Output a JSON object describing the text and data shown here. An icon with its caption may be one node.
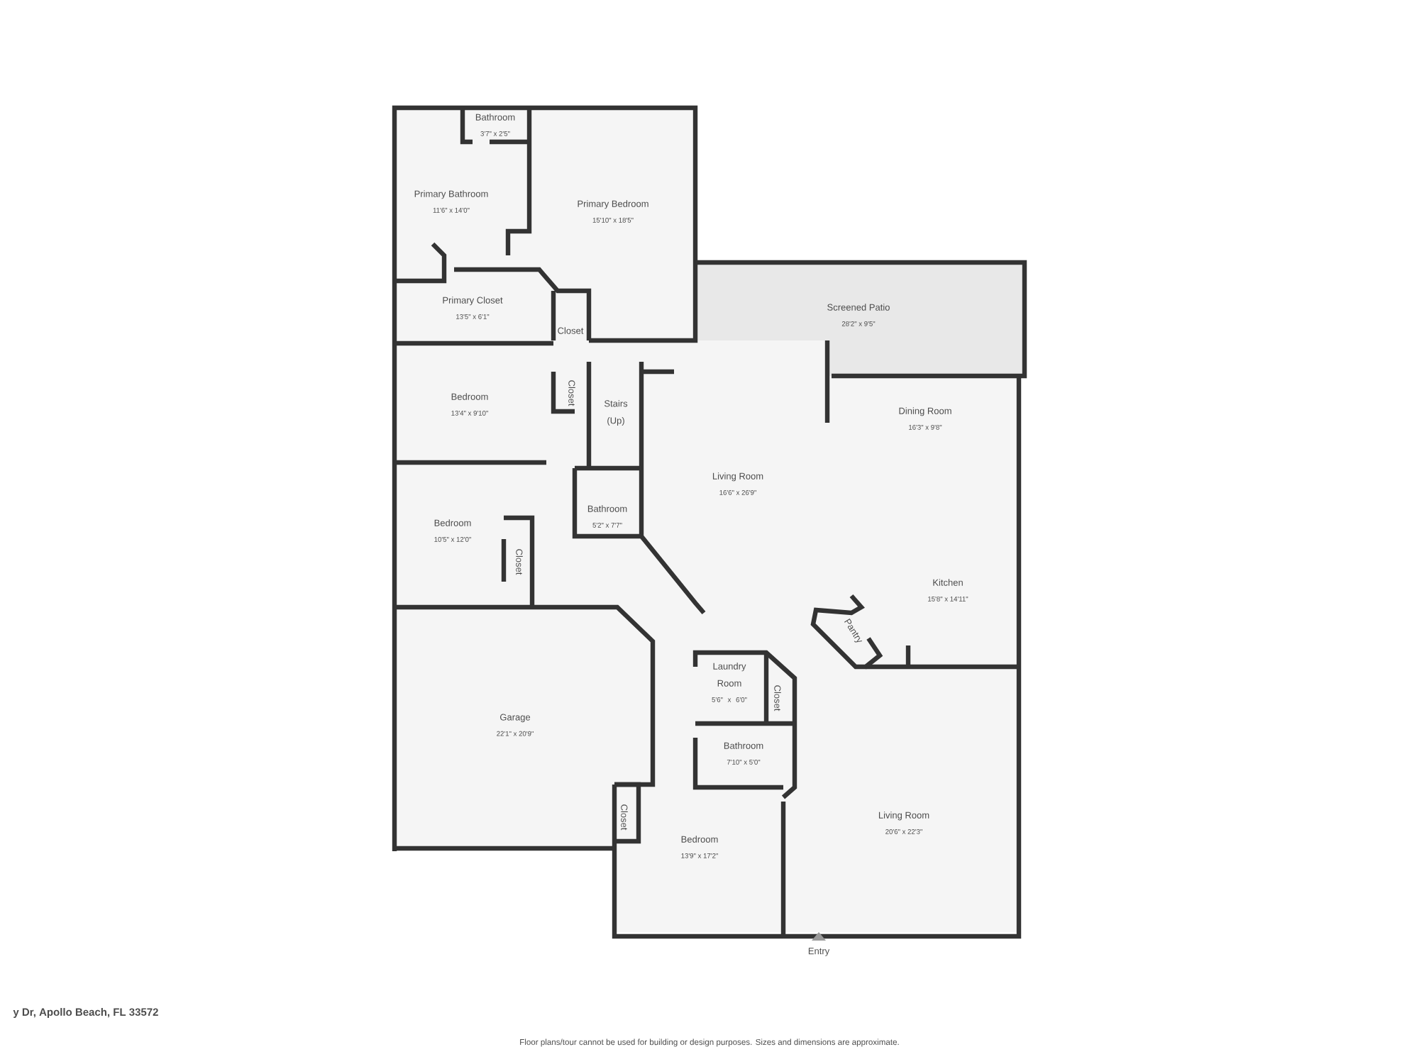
{
  "diagram": {
    "nodes": [
      {
        "text": [
          "Bathroom",
          "3'7\" x 2'5\""
        ]
      },
      {
        "text": [
          "Primary Bathroom",
          "11'6\" x 14'0\""
        ]
      },
      {
        "text": [
          "Primary Bedroom",
          "15'10\" x 18'5\""
        ]
      },
      {
        "text": [
          "Primary Closet",
          "13'5\" x 6'1\""
        ]
      },
      {
        "text": [
          "Closet"
        ]
      },
      {
        "text": [
          "Bedroom",
          "13'4\" x 9'10\""
        ]
      },
      {
        "text": [
          "Closet"
        ]
      },
      {
        "text": [
          "Stairs (Up)"
        ]
      },
      {
        "text": [
          "Bedroom",
          "10'5\" x 12'0\""
        ]
      },
      {
        "text": [
          "Closet"
        ]
      },
      {
        "text": [
          "Bathroom",
          "5'2\" x 7'7\""
        ]
      },
      {
        "text": [
          "Screened Patio",
          "28'2\" x 9'5\""
        ]
      },
      {
        "text": [
          "Dining Room",
          "16'3\" x 9'8\""
        ]
      },
      {
        "text": [
          "Living Room",
          "16'6\" x 26'9\""
        ]
      },
      {
        "text": [
          "Kitchen",
          "15'8\" x 14'11\""
        ]
      },
      {
        "text": [
          "Pantry"
        ]
      },
      {
        "text": [
          "Garage",
          "22'1\" x 20'9\""
        ]
      },
      {
        "text": [
          "Laundry Room",
          "5'6\" x 6'0\""
        ]
      },
      {
        "text": [
          "Closet"
        ]
      },
      {
        "text": [
          "Bathroom",
          "7'10\" x 5'0\""
        ]
      },
      {
        "text": [
          "Closet"
        ]
      },
      {
        "text": [
          "Bedroom",
          "13'9\" x 17'2\""
        ]
      },
      {
        "text": [
          "Living Room",
          "20'6\" x 22'3\""
        ]
      }
    ],
    "labels": [
      "Entry",
      "y Dr, Apollo Beach, FL 33572",
      "Floor plans/tour cannot be used for building or design purposes. Sizes and dimensions are approximate."
    ]
  }
}
